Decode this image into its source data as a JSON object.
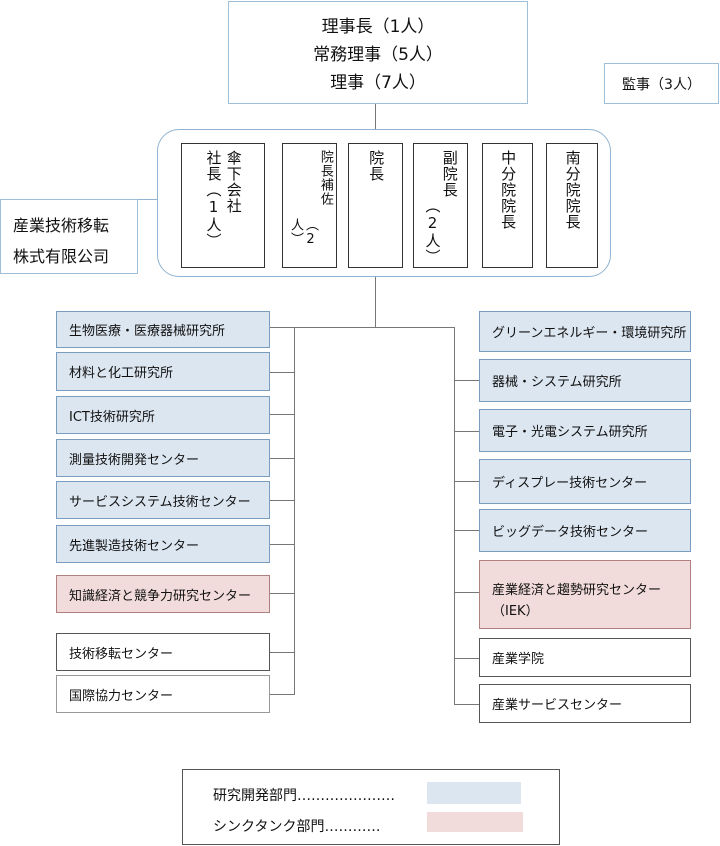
{
  "board": {
    "line1": "理事長（1人）",
    "line2": "常務理事（5人）",
    "line3": "理事（7人）"
  },
  "auditor": "監事（3人）",
  "subsidiary": {
    "line1": "産業技術移転",
    "line2": "株式有限公司"
  },
  "executives": [
    {
      "col1": "傘下会社",
      "col2": "社長（1人）"
    },
    {
      "col1": "院長補佐",
      "col2": "（2人）"
    },
    {
      "col1": "院長",
      "col2": ""
    },
    {
      "col1": "副院長",
      "col2": "（2人）"
    },
    {
      "col1": "中分院院長",
      "col2": ""
    },
    {
      "col1": "南分院院長",
      "col2": ""
    }
  ],
  "left_departments": [
    {
      "label": "生物医療・医療器械研究所",
      "kind": "research"
    },
    {
      "label": "材料と化工研究所",
      "kind": "research"
    },
    {
      "label": "ICT技術研究所",
      "kind": "research"
    },
    {
      "label": "測量技術開発センター",
      "kind": "research"
    },
    {
      "label": "サービスシステム技術センター",
      "kind": "research"
    },
    {
      "label": "先進製造技術センター",
      "kind": "research"
    },
    {
      "label": "知識経済と競争力研究センター",
      "kind": "thinktank"
    },
    {
      "label": "技術移転センター",
      "kind": "other"
    },
    {
      "label": "国際協力センター",
      "kind": "other"
    }
  ],
  "right_departments": [
    {
      "label": "グリーンエネルギー・環境研究所",
      "kind": "research"
    },
    {
      "label": "器械・システム研究所",
      "kind": "research"
    },
    {
      "label": "電子・光電システム研究所",
      "kind": "research"
    },
    {
      "label": "ディスプレー技術センター",
      "kind": "research"
    },
    {
      "label": "ビッグデータ技術センター",
      "kind": "research"
    },
    {
      "label": "産業経済と趨勢研究センター",
      "label2": "（IEK）",
      "kind": "thinktank"
    },
    {
      "label": "産業学院",
      "kind": "other"
    },
    {
      "label": "産業サービスセンター",
      "kind": "other"
    }
  ],
  "legend": {
    "research": "研究開発部門…………………",
    "thinktank": "シンクタンク部門…………",
    "research_color": "#dce6f1",
    "thinktank_color": "#f2dcdb"
  }
}
